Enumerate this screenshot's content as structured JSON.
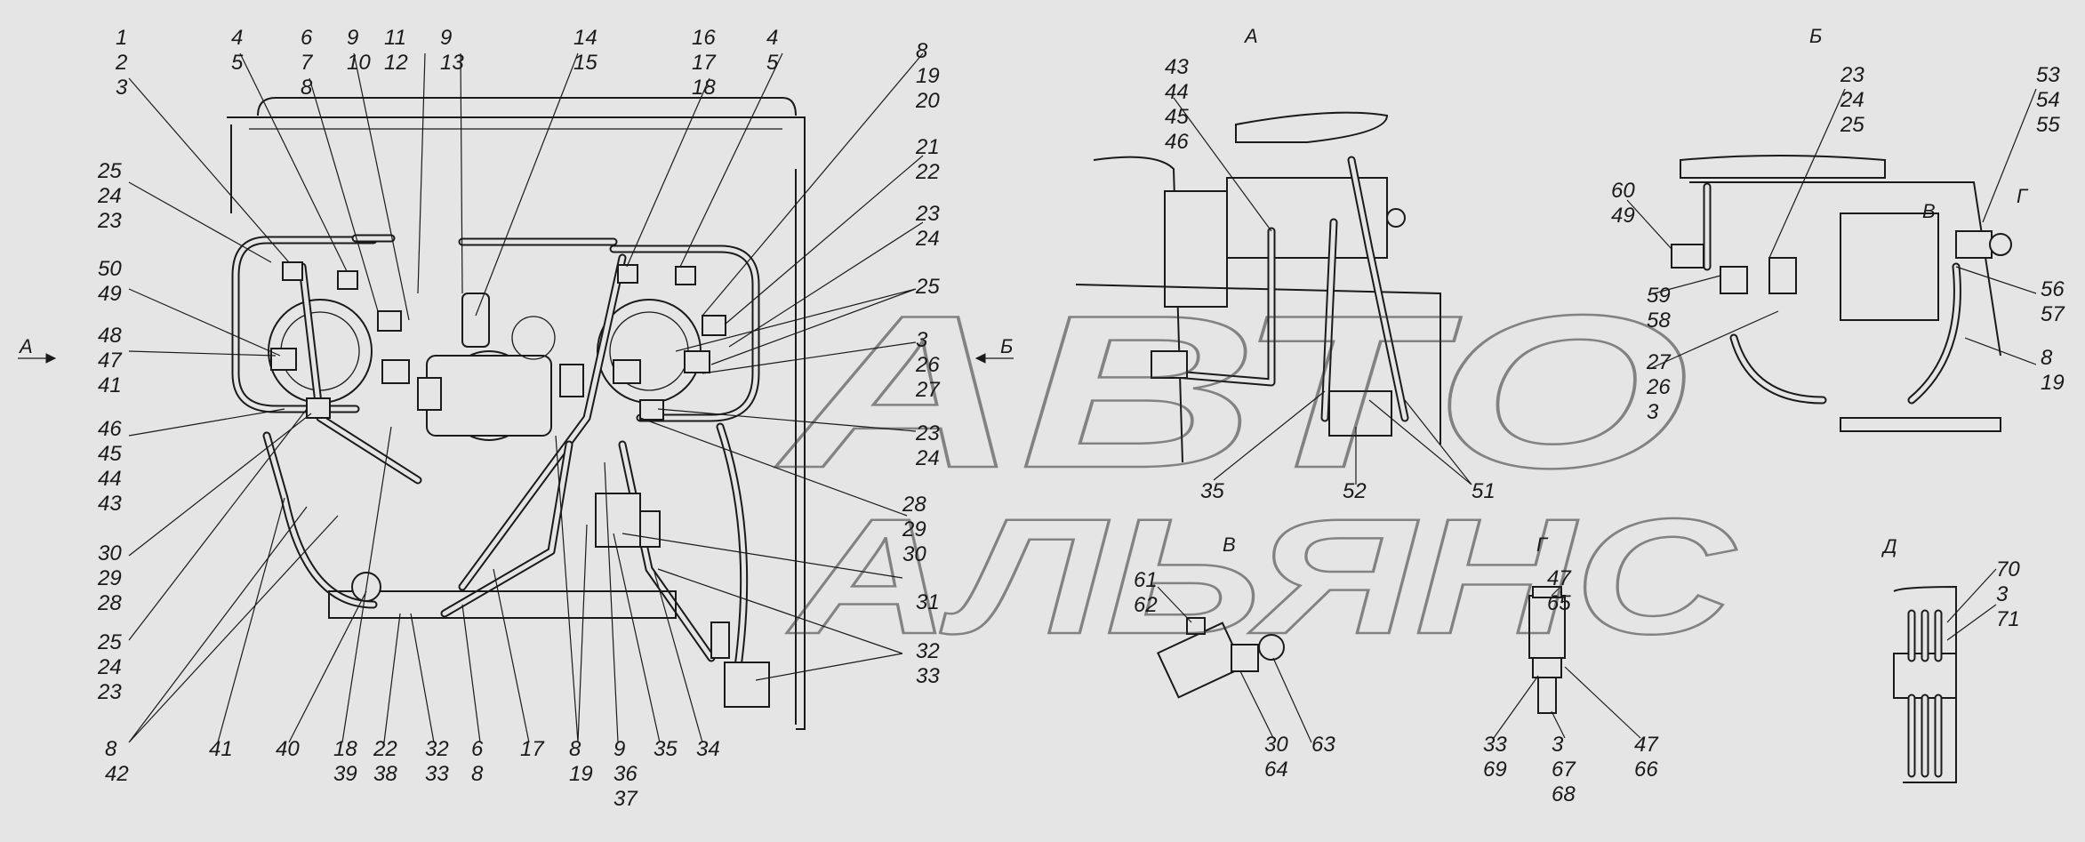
{
  "watermark": {
    "line1": "АВТО",
    "line2": "АЛЬЯНС"
  },
  "view_labels": {
    "A": "А",
    "B": "Б",
    "V": "В",
    "G": "Г",
    "D": "Д"
  },
  "callouts": {
    "c_1_2_3": [
      "1",
      "2",
      "3"
    ],
    "c_4_5_l": [
      "4",
      "5"
    ],
    "c_6_7_8": [
      "6",
      "7",
      "8"
    ],
    "c_9_10": [
      "9",
      "10"
    ],
    "c_11_12": [
      "11",
      "12"
    ],
    "c_9_13": [
      "9",
      "13"
    ],
    "c_14_15": [
      "14",
      "15"
    ],
    "c_16_17_18": [
      "16",
      "17",
      "18"
    ],
    "c_4_5_r": [
      "4",
      "5"
    ],
    "c_8_19_20": [
      "8",
      "19",
      "20"
    ],
    "c_21_22": [
      "21",
      "22"
    ],
    "c_23_24_r": [
      "23",
      "24"
    ],
    "c_25_r": [
      "25"
    ],
    "c_3_26_27": [
      "3",
      "26",
      "27"
    ],
    "c_23_24_r2": [
      "23",
      "24"
    ],
    "c_28_29_30_r": [
      "28",
      "29",
      "30"
    ],
    "c_31": [
      "31"
    ],
    "c_32_33_r": [
      "32",
      "33"
    ],
    "c_25_24_23_l": [
      "25",
      "24",
      "23"
    ],
    "c_50_49": [
      "50",
      "49"
    ],
    "c_48_47_41": [
      "48",
      "47",
      "41"
    ],
    "c_46_45_44_43": [
      "46",
      "45",
      "44",
      "43"
    ],
    "c_30_29_28_l": [
      "30",
      "29",
      "28"
    ],
    "c_25_24_23_l2": [
      "25",
      "24",
      "23"
    ],
    "c_8_42": [
      "8",
      "42"
    ],
    "c_41": [
      "41"
    ],
    "c_40": [
      "40"
    ],
    "c_18_39": [
      "18",
      "39"
    ],
    "c_22_38": [
      "22",
      "38"
    ],
    "c_32_33_b": [
      "32",
      "33"
    ],
    "c_6_8_b": [
      "6",
      "8"
    ],
    "c_17": [
      "17"
    ],
    "c_8_19_b": [
      "8",
      "19"
    ],
    "c_9_36_37": [
      "9",
      "36",
      "37"
    ],
    "c_35_b": [
      "35"
    ],
    "c_34": [
      "34"
    ],
    "c_43_46": [
      "43",
      "44",
      "45",
      "46"
    ],
    "c_35_a": [
      "35"
    ],
    "c_52": [
      "52"
    ],
    "c_51": [
      "51"
    ],
    "c_23_25_b": [
      "23",
      "24",
      "25"
    ],
    "c_53_55": [
      "53",
      "54",
      "55"
    ],
    "c_60_49": [
      "60",
      "49"
    ],
    "c_59_58": [
      "59",
      "58"
    ],
    "c_27_26_3": [
      "27",
      "26",
      "3"
    ],
    "c_56_57": [
      "56",
      "57"
    ],
    "c_8_19_bb": [
      "8",
      "19"
    ],
    "c_61_62": [
      "61",
      "62"
    ],
    "c_30_64": [
      "30",
      "64"
    ],
    "c_63": [
      "63"
    ],
    "c_47_65": [
      "47",
      "65"
    ],
    "c_33_69": [
      "33",
      "69"
    ],
    "c_3_67_68": [
      "3",
      "67",
      "68"
    ],
    "c_47_66": [
      "47",
      "66"
    ],
    "c_70_3_71": [
      "70",
      "3",
      "71"
    ]
  }
}
